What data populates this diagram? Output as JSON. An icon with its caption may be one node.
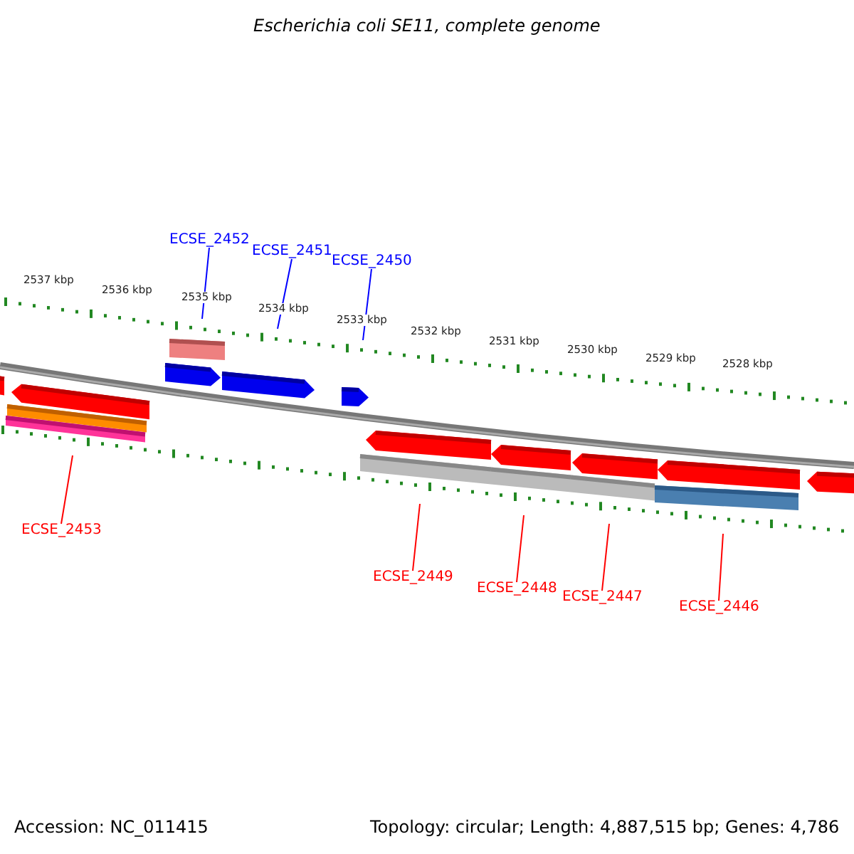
{
  "diagram": {
    "title": "Escherichia coli SE11, complete genome",
    "nodes": [
      {
        "text": [
          "ECSE_2452"
        ]
      },
      {
        "text": [
          "ECSE_2451"
        ]
      },
      {
        "text": [
          "ECSE_2450"
        ]
      },
      {
        "text": [
          "ECSE_2453"
        ]
      },
      {
        "text": [
          "ECSE_2449"
        ]
      },
      {
        "text": [
          "ECSE_2448"
        ]
      },
      {
        "text": [
          "ECSE_2447"
        ]
      },
      {
        "text": [
          "ECSE_2446"
        ]
      }
    ],
    "edges": [
      {
        "from": 0,
        "to": null,
        "arrow": "none",
        "color": "#0000ff"
      },
      {
        "from": 1,
        "to": null,
        "arrow": "none",
        "color": "#0000ff"
      },
      {
        "from": 2,
        "to": null,
        "arrow": "none",
        "color": "#0000ff"
      },
      {
        "from": 3,
        "to": null,
        "arrow": "none"
      },
      {
        "from": 4,
        "to": null,
        "arrow": "none"
      },
      {
        "from": 5,
        "to": null,
        "arrow": "none"
      },
      {
        "from": 6,
        "to": null,
        "arrow": "none"
      },
      {
        "from": 7,
        "to": null,
        "arrow": "none"
      }
    ],
    "labels": [
      "2537 kbp",
      "2536 kbp",
      "2535 kbp",
      "2534 kbp",
      "2533 kbp",
      "2532 kbp",
      "2531 kbp",
      "2530 kbp",
      "2529 kbp",
      "2528 kbp",
      "Accession: NC_011415",
      "Topology: circular; Length: 4,887,515 bp; Genes: 4,786"
    ]
  }
}
